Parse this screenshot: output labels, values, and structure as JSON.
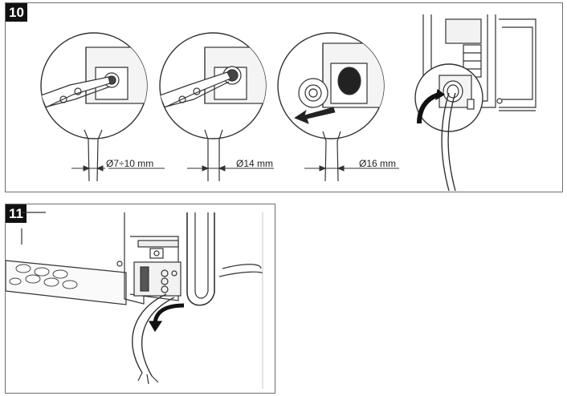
{
  "panels": [
    {
      "step": "10",
      "measurements": [
        "Ø7÷10 mm",
        "Ø14 mm",
        "Ø16 mm"
      ]
    },
    {
      "step": "11"
    }
  ]
}
